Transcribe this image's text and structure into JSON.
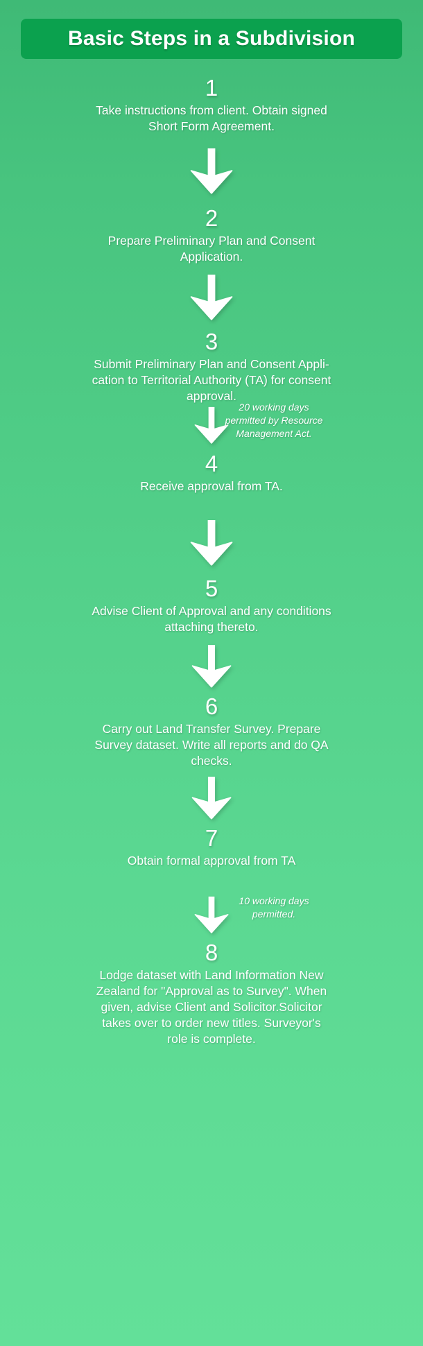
{
  "title": {
    "text": "Basic Steps in a Subdivision",
    "banner_color": "#0ba14e",
    "text_color": "#ffffff"
  },
  "theme": {
    "background_top": "#3fba76",
    "background_bottom": "#63e099",
    "text_color": "#ffffff",
    "arrow_color": "#ffffff"
  },
  "steps": [
    {
      "number": "1",
      "body": "Take instructions from client. Obtain signed\nShort Form Agreement."
    },
    {
      "number": "2",
      "body": "Prepare Preliminary Plan and Consent\nApplication."
    },
    {
      "number": "3",
      "body": "Submit  Preliminary Plan and Consent Appli-\ncation to Territorial Authority (TA) for consent\napproval."
    },
    {
      "number": "4",
      "body": "Receive approval from TA."
    },
    {
      "number": "5",
      "body": "Advise Client of Approval and any conditions\nattaching thereto."
    },
    {
      "number": "6",
      "body": "Carry out Land Transfer Survey. Prepare\nSurvey dataset. Write all reports and do QA\nchecks."
    },
    {
      "number": "7",
      "body": "Obtain formal approval from TA"
    },
    {
      "number": "8",
      "body": "Lodge dataset with Land Information New\nZealand for \"Approval as to Survey\". When\ngiven, advise Client and Solicitor.Solicitor\ntakes over to order new titles. Surveyor's\nrole is complete."
    }
  ],
  "notes": [
    {
      "id": "note-after-step-3",
      "text": "20 working days\npermitted by Resource\nManagement Act."
    },
    {
      "id": "note-after-step-7",
      "text": "10 working days\npermitted."
    }
  ],
  "arrows": [
    {
      "id": "arrow-1-to-2"
    },
    {
      "id": "arrow-2-to-3"
    },
    {
      "id": "arrow-3-to-4"
    },
    {
      "id": "arrow-4-to-5"
    },
    {
      "id": "arrow-5-to-6"
    },
    {
      "id": "arrow-6-to-7"
    },
    {
      "id": "arrow-7-to-8"
    }
  ]
}
